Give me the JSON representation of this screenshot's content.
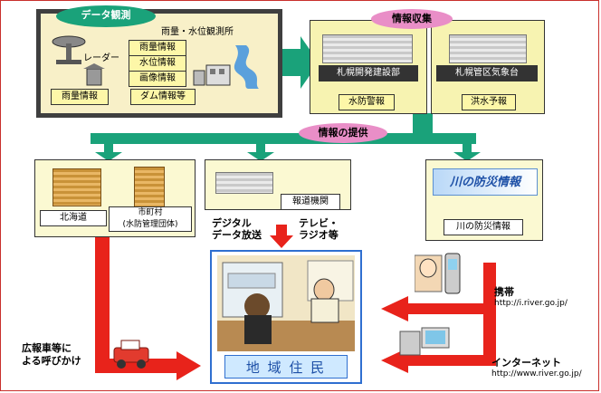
{
  "title_data_observation": "データ観測",
  "title_info_collection": "情報収集",
  "title_info_provision": "情報の提供",
  "obs_station": "雨量・水位観測所",
  "radar": "レーダー",
  "obs_items": [
    "雨量情報",
    "水位情報",
    "画像情報"
  ],
  "rain_info": "雨量情報",
  "dam_info": "ダム情報等",
  "dev_bureau": "札幌開発建設部",
  "met_office": "札幌管区気象台",
  "flood_warning": "水防警報",
  "flood_forecast": "洪水予報",
  "hokkaido": "北海道",
  "municipality": "市町村\n(水防管理団体)",
  "media": "報道機関",
  "river_disaster": "川の防災情報",
  "river_logo": "川の防災情報",
  "digital": "デジタル\nデータ放送",
  "tv_radio": "テレビ・\nラジオ等",
  "residents": "地 域 住 民",
  "mobile_label": "携帯",
  "mobile_url": "http://i.river.go.jp/",
  "internet_label": "インターネット",
  "internet_url": "http://www.river.go.jp/",
  "pr_car": "広報車等に\nよる呼びかけ",
  "colors": {
    "green": "#1aa27a",
    "red": "#e8231b",
    "pink": "#e98ec7",
    "blue": "#2f6fd0"
  }
}
